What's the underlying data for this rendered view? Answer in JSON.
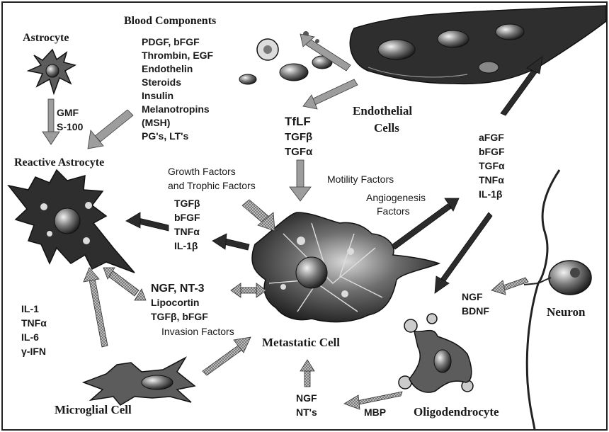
{
  "cells": {
    "astrocyte": "Astrocyte",
    "reactive_astrocyte": "Reactive Astrocyte",
    "blood_components": "Blood Components",
    "endothelial": [
      "Endothelial",
      "Cells"
    ],
    "metastatic": "Metastatic Cell",
    "microglial": "Microglial Cell",
    "neuron": "Neuron",
    "oligodendrocyte": "Oligodendrocyte"
  },
  "factors": {
    "astrocyte_to_reactive": [
      "GMF",
      "S-100"
    ],
    "blood": [
      "PDGF, bFGF",
      "Thrombin, EGF",
      "Endothelin",
      "Steroids",
      "Insulin",
      "Melanotropins",
      "(MSH)",
      "PG's, LT's"
    ],
    "endothelial_to_metastatic": [
      "TfLF",
      "TGFβ",
      "TGFα"
    ],
    "metastatic_to_reactive": [
      "TGFβ",
      "bFGF",
      "TNFα",
      "IL-1β"
    ],
    "angiogenesis_list": [
      "aFGF",
      "bFGF",
      "TGFα",
      "TNFα",
      "IL-1β"
    ],
    "invasion": [
      "NGF, NT-3",
      "Lipocortin",
      "TGFβ, bFGF"
    ],
    "microglial": [
      "IL-1",
      "TNFα",
      "IL-6",
      "γ-IFN"
    ],
    "neuron": [
      "NGF",
      "BDNF"
    ],
    "oligo_to_metastatic": [
      "NGF",
      "NT's"
    ],
    "mbp": "MBP"
  },
  "categories": {
    "growth": [
      "Growth Factors",
      "and Trophic Factors"
    ],
    "motility": "Motility Factors",
    "angiogenesis": [
      "Angiogenesis",
      "Factors"
    ],
    "invasion": "Invasion Factors"
  }
}
